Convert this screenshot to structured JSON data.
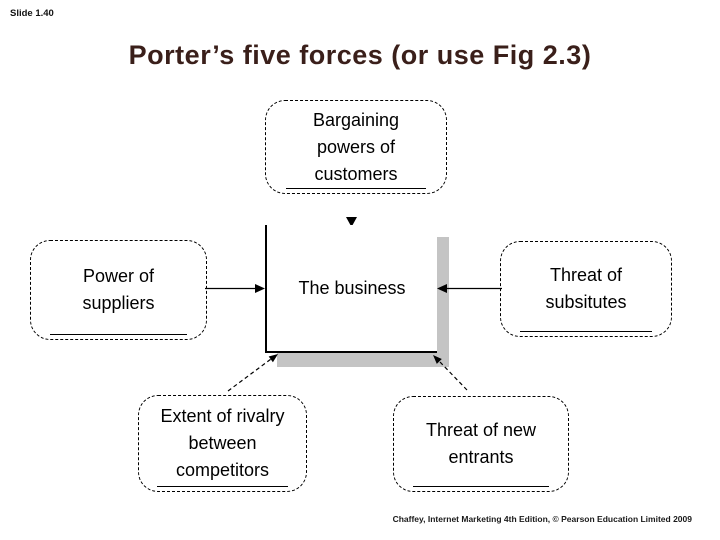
{
  "slide": {
    "slide_number": "Slide 1.40",
    "title": "Porter’s five forces (or use Fig 2.3)",
    "footer": "Chaffey, Internet Marketing 4th Edition, © Pearson Education Limited 2009"
  },
  "diagram": {
    "type": "five-forces-diagram",
    "center": {
      "label": "The business"
    },
    "customers": {
      "label": "Bargaining\npowers of\ncustomers"
    },
    "suppliers": {
      "label": "Power of\nsuppliers"
    },
    "substitutes": {
      "label": "Threat of\nsubsitutes"
    },
    "rivalry": {
      "label": "Extent of rivalry\nbetween\ncompetitors"
    },
    "new_entrants": {
      "label": "Threat of new\nentrants"
    },
    "arrows": [
      {
        "from": "customers",
        "to": "center",
        "style": "arrowhead-only"
      },
      {
        "from": "suppliers",
        "to": "center",
        "style": "solid"
      },
      {
        "from": "substitutes",
        "to": "center",
        "style": "solid"
      },
      {
        "from": "rivalry",
        "to": "center",
        "style": "dashed"
      },
      {
        "from": "new_entrants",
        "to": "center",
        "style": "dashed"
      }
    ],
    "colors": {
      "title": "#3a1f1a",
      "shadow": "#c4c4c4",
      "line": "#000000",
      "background": "#ffffff"
    }
  }
}
